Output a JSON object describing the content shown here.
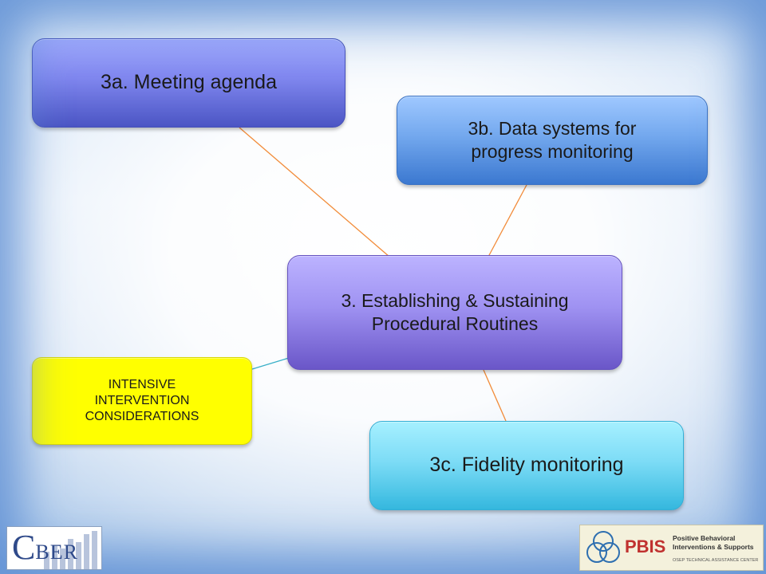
{
  "nodes": {
    "center": {
      "line1": "3. Establishing & Sustaining",
      "line2": "Procedural Routines"
    },
    "meeting_agenda": {
      "label": "3a. Meeting agenda"
    },
    "data_systems": {
      "line1": "3b. Data systems for",
      "line2": "progress monitoring"
    },
    "fidelity": {
      "label": "3c. Fidelity monitoring"
    },
    "intensive": {
      "line1": "INTENSIVE",
      "line2": "INTERVENTION",
      "line3": "CONSIDERATIONS"
    }
  },
  "logos": {
    "cber": {
      "big": "C",
      "small": "BER"
    },
    "pbis": {
      "word": "PBIS",
      "sub_line1": "Positive Behavioral",
      "sub_line2": "Interventions & Supports",
      "tagline": "OSEP TECHNICAL ASSISTANCE CENTER"
    }
  },
  "colors": {
    "connector_orange": "#f28c3a",
    "connector_teal": "#3ab0c8",
    "intensive_fill": "#ffff00",
    "pbis_red": "#c0312f"
  }
}
